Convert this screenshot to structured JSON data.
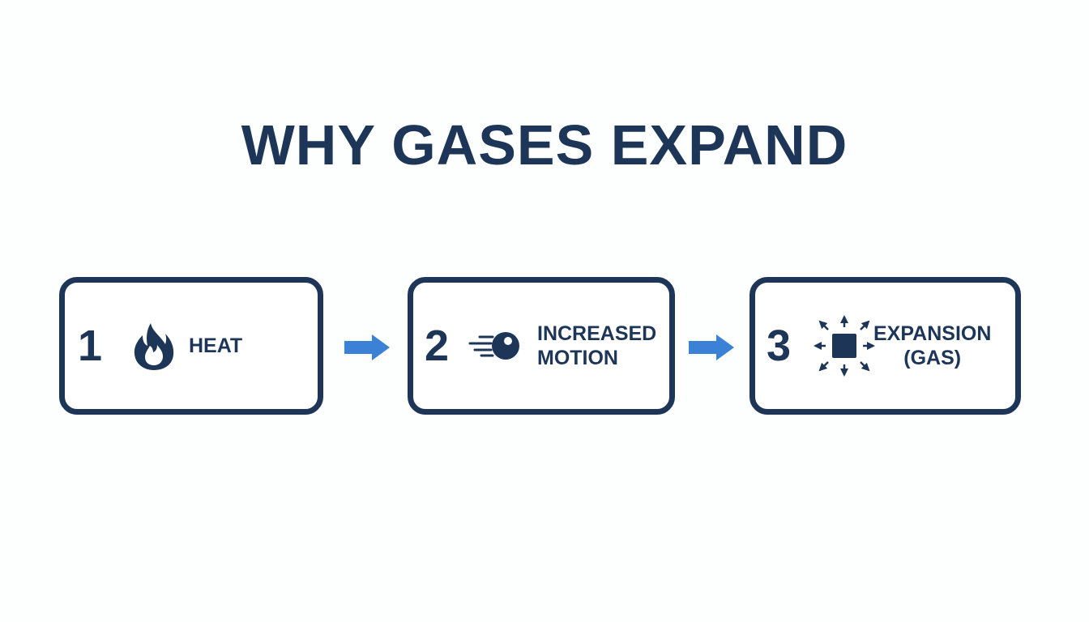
{
  "title": "WHY GASES EXPAND",
  "steps": [
    {
      "number": "1",
      "icon": "flame-icon",
      "label_lines": [
        "HEAT"
      ]
    },
    {
      "number": "2",
      "icon": "moving-particle-icon",
      "label_lines": [
        "INCREASED",
        "MOTION"
      ]
    },
    {
      "number": "3",
      "icon": "expansion-arrows-icon",
      "label_lines": [
        "EXPANSION",
        "(GAS)"
      ]
    }
  ],
  "colors": {
    "primary": "#1d3557",
    "arrow": "#3b82d6",
    "background": "#fdfefe"
  }
}
